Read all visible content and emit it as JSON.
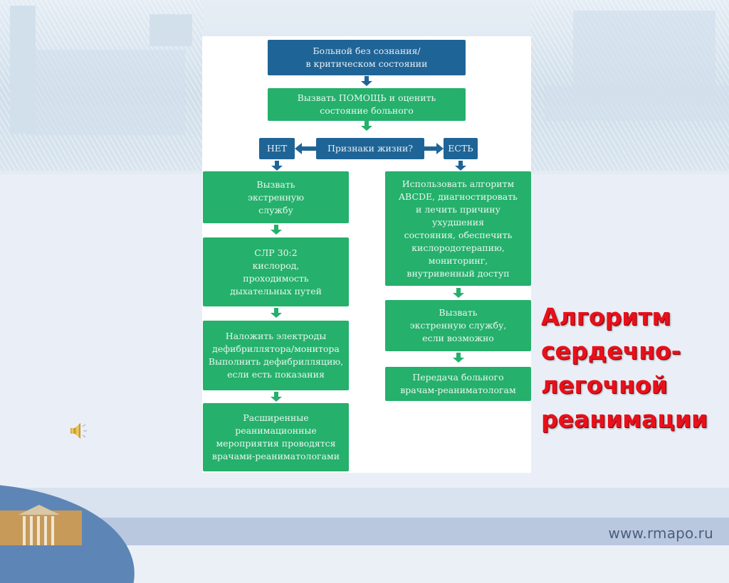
{
  "slide": {
    "title_lines": [
      "Алгоритм",
      "сердечно-",
      "легочной",
      "реанимации"
    ],
    "footer_url": "www.rmapo.ru",
    "audio_icon": "speaker-icon"
  },
  "colors": {
    "blue": "#1f6496",
    "green": "#25b06c",
    "title_red": "#e8101a"
  },
  "flowchart": {
    "start": [
      "Больной без сознания/",
      "в критическом состоянии"
    ],
    "call_help": [
      "Вызвать ПОМОЩЬ и оценить",
      "состояние больного"
    ],
    "decision": "Признаки жизни?",
    "no_label": "НЕТ",
    "yes_label": "ЕСТЬ",
    "no_branch": [
      [
        "Вызвать",
        "экстренную",
        "службу"
      ],
      [
        "СЛР 30:2",
        "кислород,",
        "проходимость",
        "дыхательных путей"
      ],
      [
        "Наложить электроды",
        "дефибриллятора/монитора",
        "Выполнить дефибрилляцию,",
        "если есть показания"
      ],
      [
        "Расширенные",
        "реанимационные",
        "мероприятия проводятся",
        "врачами-реаниматологами"
      ]
    ],
    "yes_branch": [
      [
        "Использовать алгоритм",
        "ABCDE, диагностировать",
        "и лечить причину",
        "ухудшения",
        "состояния, обеспечить",
        "кислородотерапию,",
        "мониторинг,",
        "внутривенный доступ"
      ],
      [
        "Вызвать",
        "экстренную службу,",
        "если возможно"
      ],
      [
        "Передача больного",
        "врачам-реаниматологам"
      ]
    ]
  }
}
